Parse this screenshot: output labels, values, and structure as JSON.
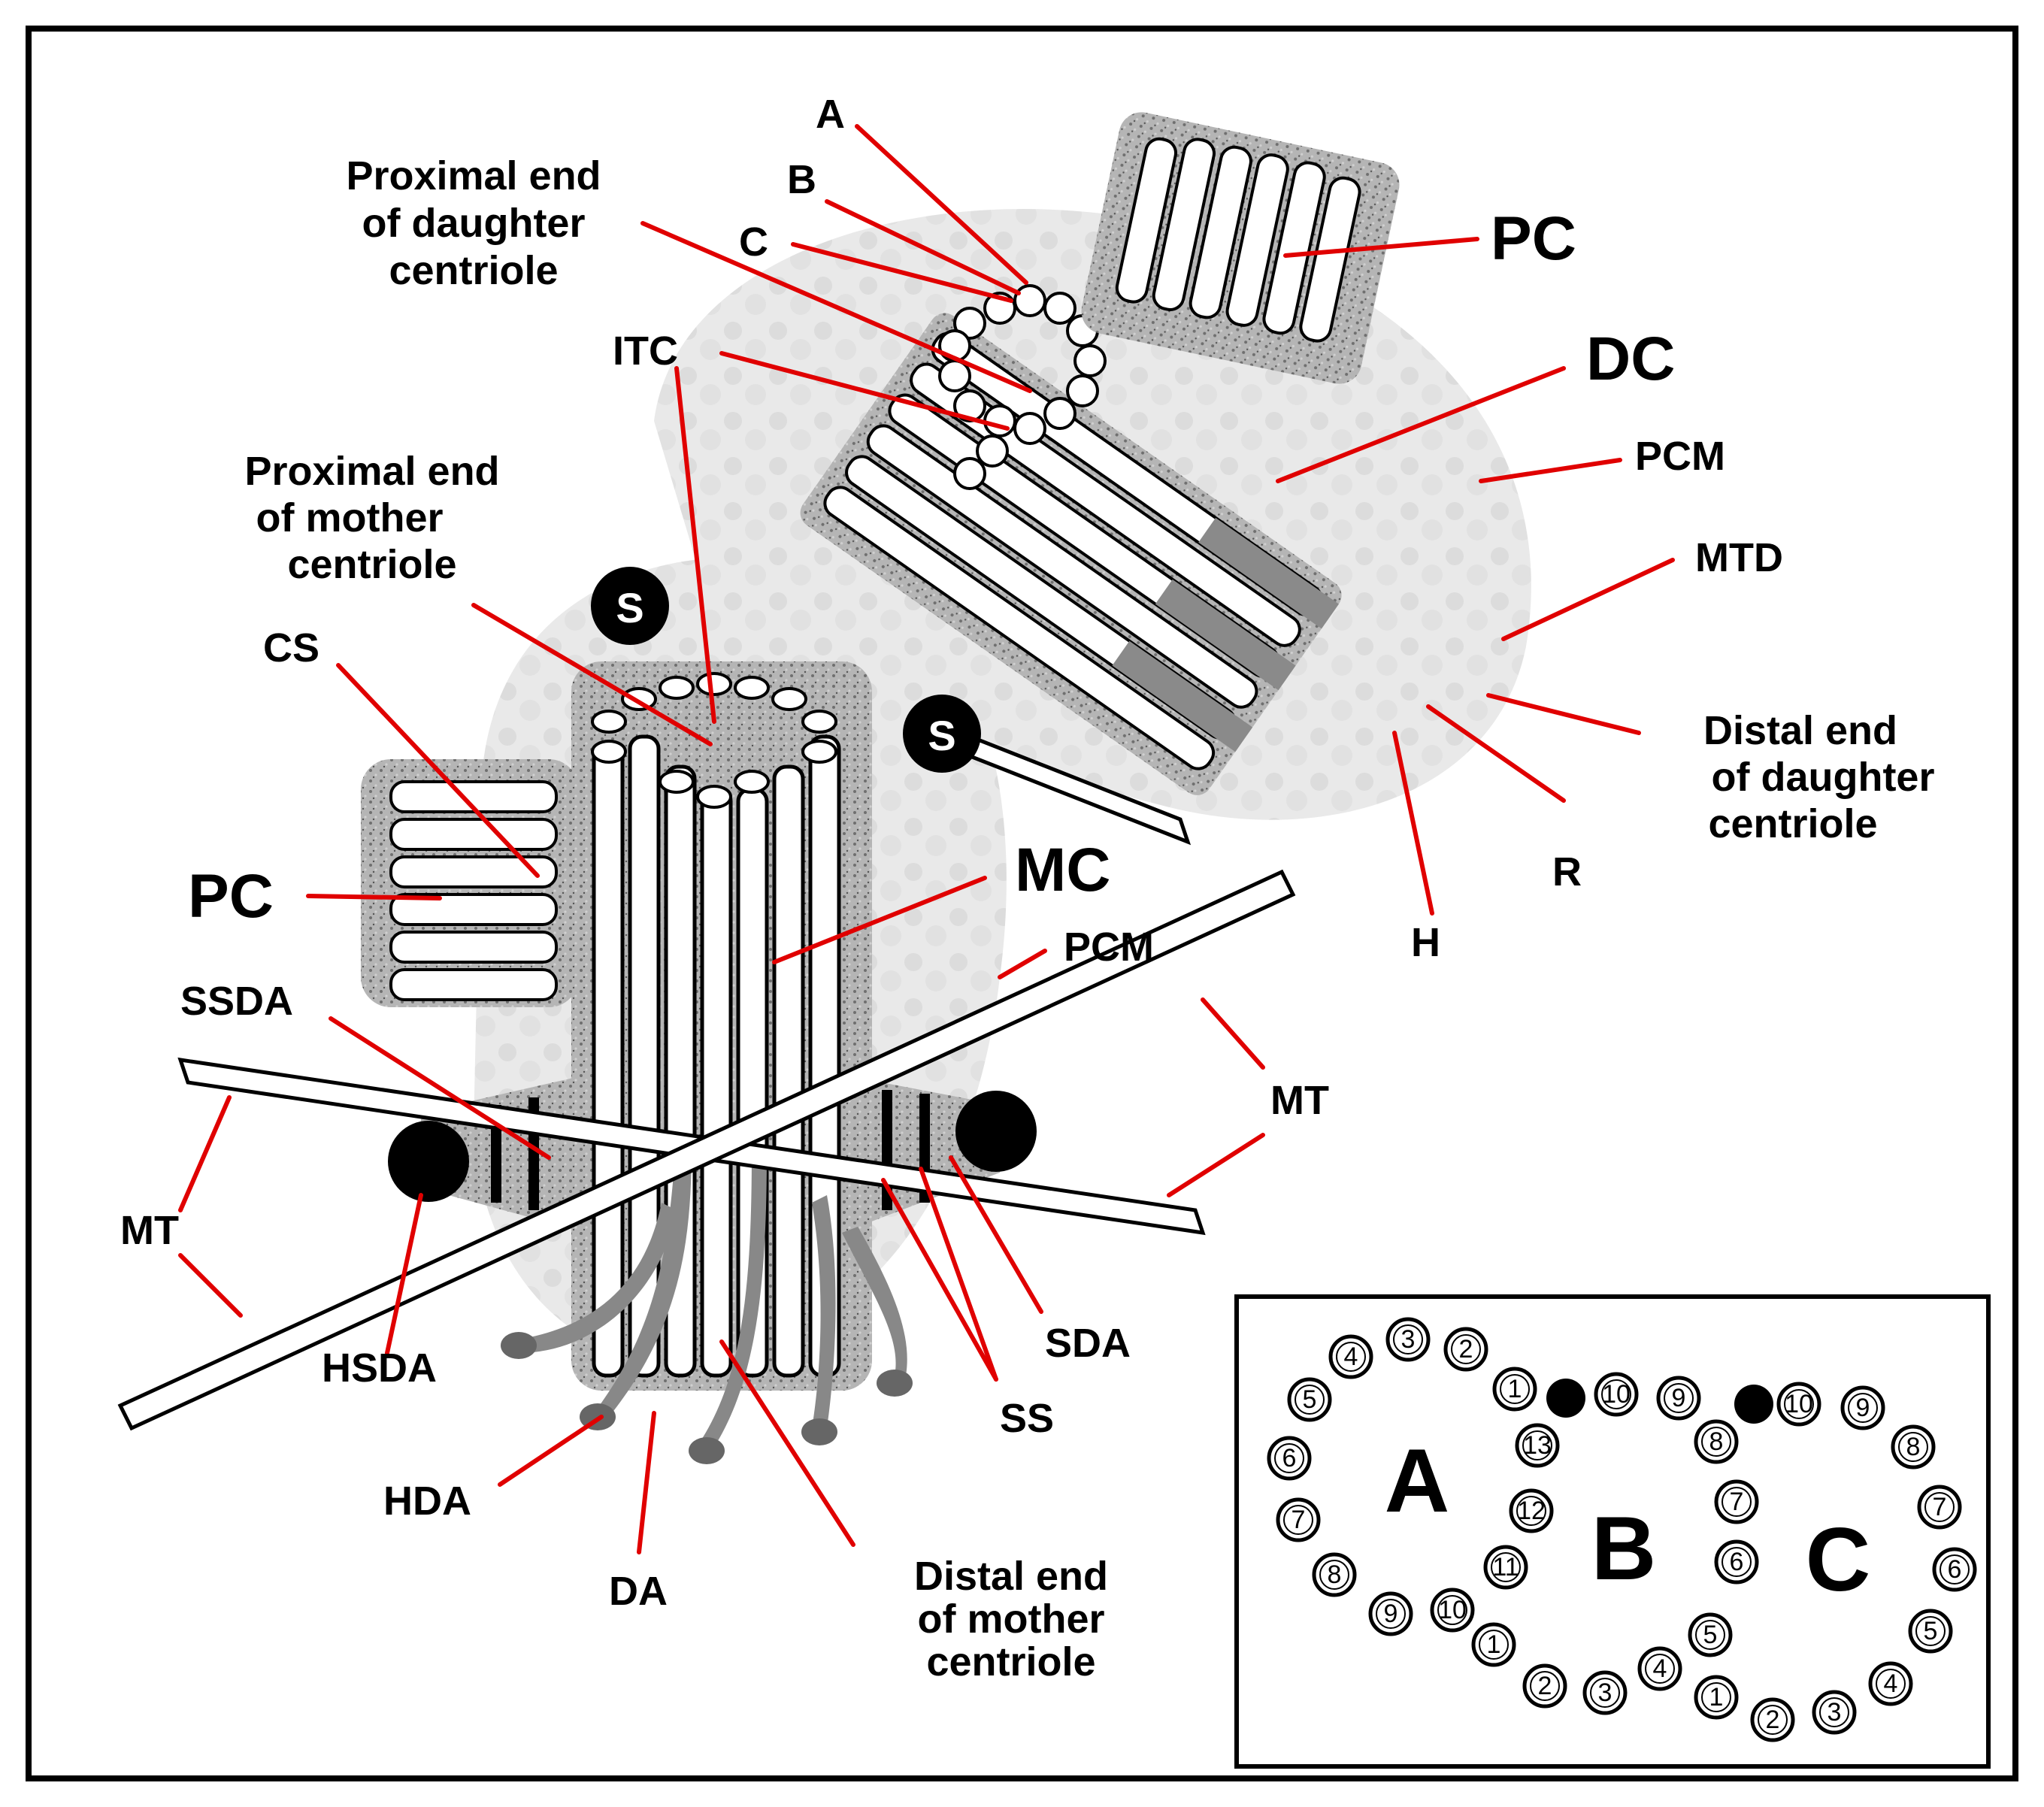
{
  "labels": {
    "a": "A",
    "b": "B",
    "c": "C",
    "prox_daughter": [
      "Proximal end",
      "of daughter",
      "centriole"
    ],
    "pc_top": "PC",
    "dc": "DC",
    "itc": "ITC",
    "pcm_top": "PCM",
    "mtd": "MTD",
    "prox_mother": [
      "Proximal end",
      "of mother",
      "centriole"
    ],
    "s1": "S",
    "s2": "S",
    "cs": "CS",
    "distal_daughter": [
      "Distal end",
      "of daughter",
      "centriole"
    ],
    "pc_left": "PC",
    "mc": "MC",
    "r": "R",
    "pcm_mid": "PCM",
    "h": "H",
    "ssda": "SSDA",
    "mt_right": "MT",
    "mt_left": "MT",
    "hsda": "HSDA",
    "sda": "SDA",
    "ss": "SS",
    "hda": "HDA",
    "da": "DA",
    "distal_mother": [
      "Distal end",
      "of mother",
      "centriole"
    ]
  },
  "inset": {
    "ring_a_letter": "A",
    "ring_b_letter": "B",
    "ring_c_letter": "C",
    "ring_a_numbers": [
      "1",
      "2",
      "3",
      "4",
      "5",
      "6",
      "7",
      "8",
      "9",
      "10",
      "1"
    ],
    "ring_b_numbers": [
      "13",
      "12",
      "11",
      "10",
      "9",
      "8",
      "7",
      "6",
      "5",
      "4",
      "3",
      "2"
    ],
    "ring_c_numbers": [
      "10",
      "9",
      "8",
      "7",
      "6",
      "5",
      "4",
      "3",
      "2",
      "1"
    ]
  },
  "colors": {
    "leader": "#e00000",
    "pcm_fill": "#e6e6e6",
    "matrix_fill": "#9a9a9a",
    "appendage_fill": "#888888"
  }
}
